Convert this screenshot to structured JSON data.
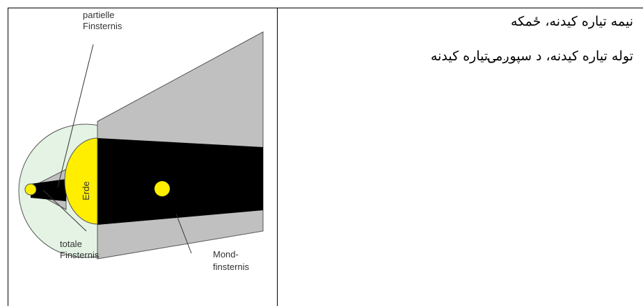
{
  "diagram": {
    "labels": {
      "partial_line1": "partielle",
      "partial_line2": "Finsternis",
      "total_line1": "totale",
      "total_line2": "Finsternis",
      "lunar_line1": "Mond-",
      "lunar_line2": "finsternis",
      "earth": "Erde"
    },
    "colors": {
      "penumbra": "#c0c0c0",
      "umbra": "#000000",
      "halo": "#e4f3e4",
      "sun": "#ffee00",
      "earth": "#ffee00",
      "moon": "#ffee00"
    }
  },
  "text": {
    "line1": "نیمه تیاره کیدنه، ځمکه",
    "line2": "توله تیاره کیدنه، د سپوږمۍتیاره کیدنه"
  }
}
